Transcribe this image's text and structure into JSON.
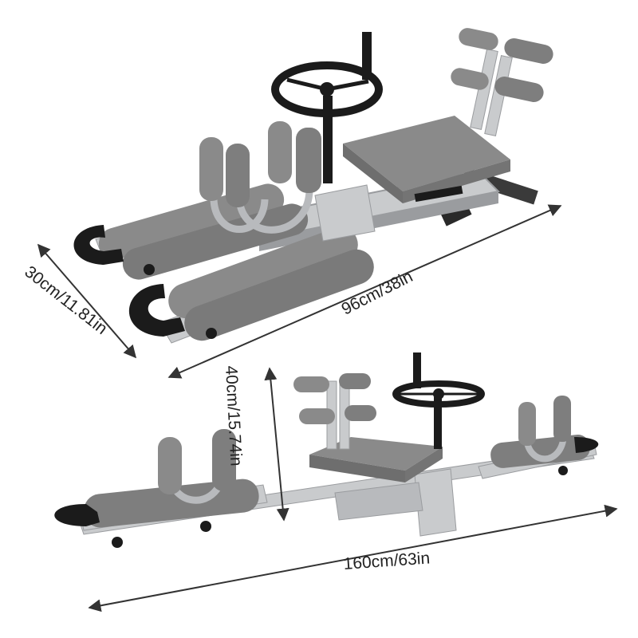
{
  "image": {
    "subject": "stretching-machine",
    "colors": {
      "background": "#ffffff",
      "padding": "#8a8a8a",
      "padding_dark": "#6e6e6e",
      "frame": "#c9cbcd",
      "frame_dark": "#9a9c9f",
      "black_parts": "#1b1b1b",
      "line": "#333333"
    }
  },
  "dimensions": {
    "length_top": "96cm/38in",
    "width_top": "30cm/11.81in",
    "height": "40cm/15.74in",
    "length_bottom": "160cm/63in"
  }
}
